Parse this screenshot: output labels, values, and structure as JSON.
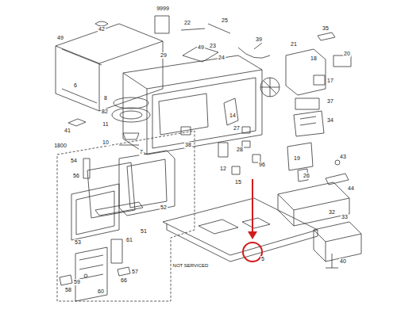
{
  "diagram": {
    "labels": [
      "9999",
      "42",
      "22",
      "25",
      "39",
      "35",
      "49",
      "29",
      "49",
      "23",
      "24",
      "21",
      "20",
      "18",
      "17",
      "6",
      "8",
      "82",
      "11",
      "10",
      "41",
      "37",
      "34",
      "14",
      "27",
      "28",
      "38",
      "1800",
      "54",
      "56",
      "7",
      "12",
      "96",
      "15",
      "19",
      "43",
      "26",
      "44",
      "32",
      "52",
      "51",
      "53",
      "61",
      "33",
      "5",
      "40",
      "57",
      "66",
      "58",
      "59",
      "60",
      "NOT SERVICED"
    ]
  }
}
